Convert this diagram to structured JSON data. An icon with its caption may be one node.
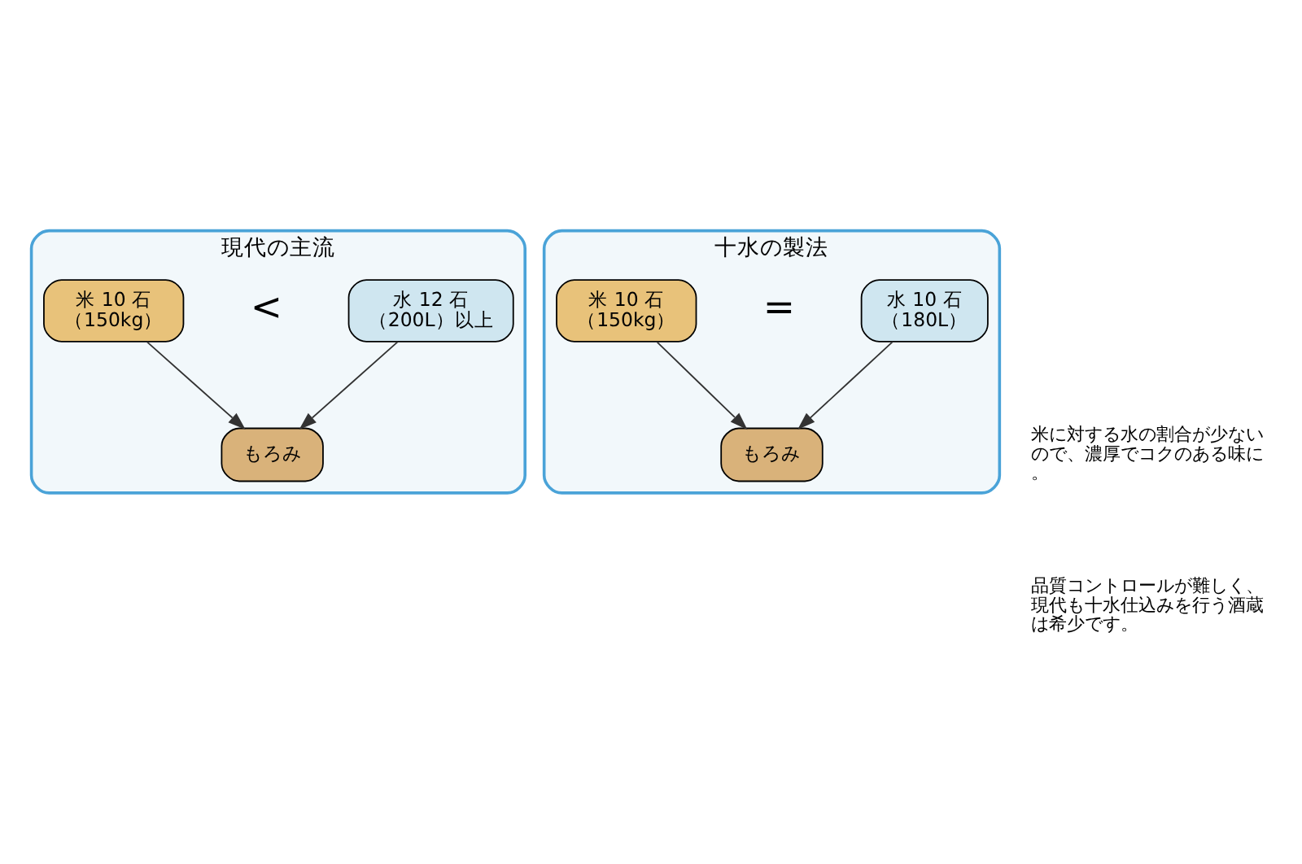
{
  "diagram": {
    "nodes": [
      {
        "text": [
          "現代の主流"
        ]
      },
      {
        "text": [
          "米 10 石",
          "（150kg）"
        ],
        "in": 0
      },
      {
        "text": [
          "水 12 石",
          "（200L）以上"
        ],
        "in": 0
      },
      {
        "text": [
          "もろみ"
        ],
        "in": 0
      },
      {
        "text": [
          "十水の製法"
        ]
      },
      {
        "text": [
          "米 10 石",
          "（150kg）"
        ],
        "in": 4
      },
      {
        "text": [
          "水 10 石",
          "（180L）"
        ],
        "in": 4
      },
      {
        "text": [
          "もろみ"
        ],
        "in": 4
      }
    ],
    "edges": [
      {
        "from": 1,
        "to": 3,
        "arrow": "to"
      },
      {
        "from": 2,
        "to": 3,
        "arrow": "to"
      },
      {
        "from": 5,
        "to": 7,
        "arrow": "to"
      },
      {
        "from": 6,
        "to": 7,
        "arrow": "to"
      }
    ],
    "labels": [
      "<",
      "=",
      "米に対する水の割合が少ないので、濃厚でコクのある味に。",
      "品質コントロールが難しく、現代も十水仕込みを行う酒蔵は希少です。"
    ]
  }
}
